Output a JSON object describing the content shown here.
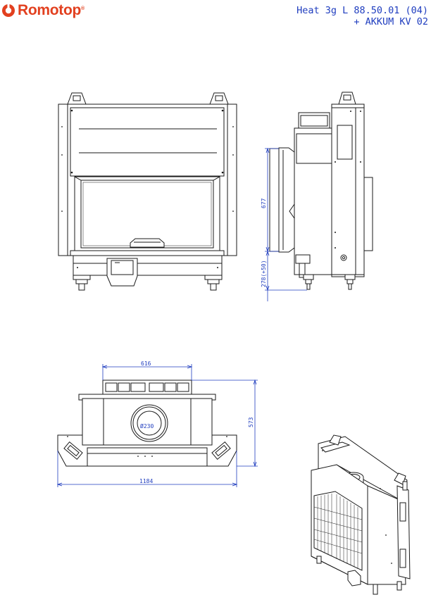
{
  "brand": {
    "name": "Romotop",
    "trademark": "®",
    "color": "#e2401f"
  },
  "model": {
    "line1": "Heat 3g L 88.50.01 (04)",
    "line2": "+ AKKUM KV 02",
    "color": "#1f3dbf"
  },
  "dimensions": {
    "height_front": "677",
    "height_base": "278(+50)",
    "width_top": "616",
    "depth": "573",
    "width_total": "1184",
    "flue_label": "Ø230"
  }
}
